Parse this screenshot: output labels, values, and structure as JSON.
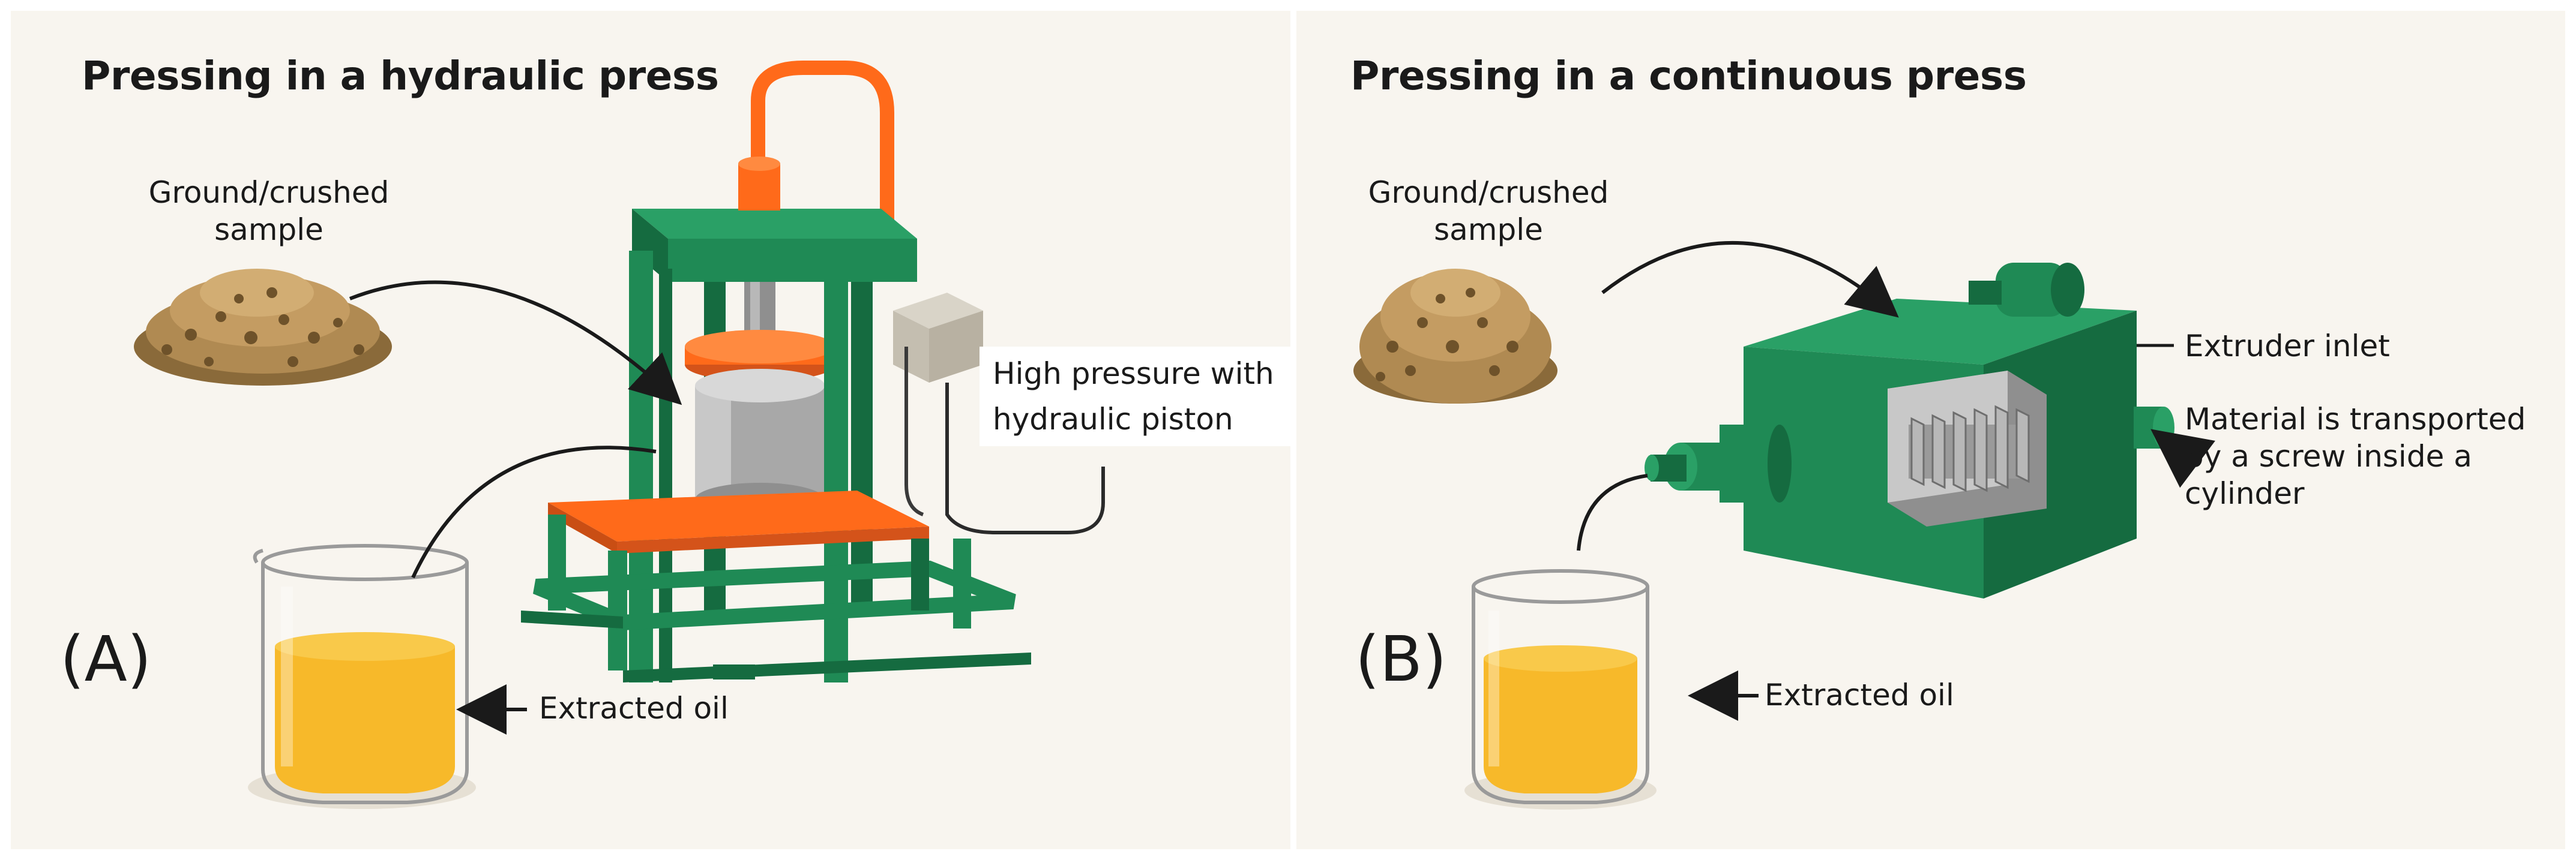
{
  "panel_a": {
    "title": "Pressing in a hydraulic press",
    "letter": "(A)",
    "sample_label_line1": "Ground/crushed",
    "sample_label_line2": "sample",
    "pressure_line1": "High pressure with",
    "pressure_line2": "hydraulic piston",
    "oil_label": "Extracted oil"
  },
  "panel_b": {
    "title": "Pressing in a continuous press",
    "letter": "(B)",
    "sample_label_line1": "Ground/crushed",
    "sample_label_line2": "sample",
    "inlet_label": "Extruder inlet",
    "screw_line1": "Material is transported",
    "screw_line2": "by a screw inside a",
    "screw_line3": "cylinder",
    "oil_label": "Extracted oil"
  },
  "colors": {
    "background": "#f8f5ef",
    "machine_green": "#1f8a55",
    "accent_orange": "#ff6a1a",
    "oil_yellow": "#f7b92a",
    "steel_gray": "#b8b8b8",
    "sample_brown": "#b08a52"
  }
}
